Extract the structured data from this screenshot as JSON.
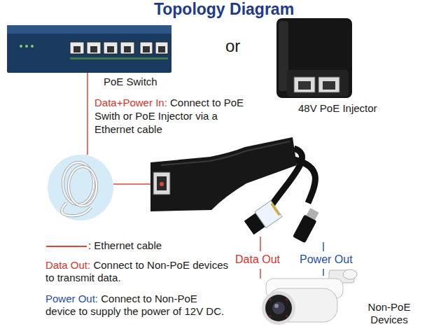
{
  "diagram": {
    "title": "Topology Diagram",
    "nodes": [
      {
        "text": [
          "PoE Switch"
        ]
      },
      {
        "text": [
          "48V PoE Injector"
        ]
      },
      {
        "text": [
          "Non-PoE Devices"
        ]
      }
    ],
    "labels": [
      "or",
      "Data+Power In:",
      "Connect to PoE Swith or PoE Injector via a Ethernet cable",
      "Data Out:",
      "Connect to Non-PoE devices to transmit data.",
      "Power Out:",
      "Connect to Non-PoE device to supply the power of 12V DC.",
      "Data Out",
      "Power Out"
    ],
    "legend": [
      {
        "text": ": Ethernet cable"
      }
    ]
  }
}
